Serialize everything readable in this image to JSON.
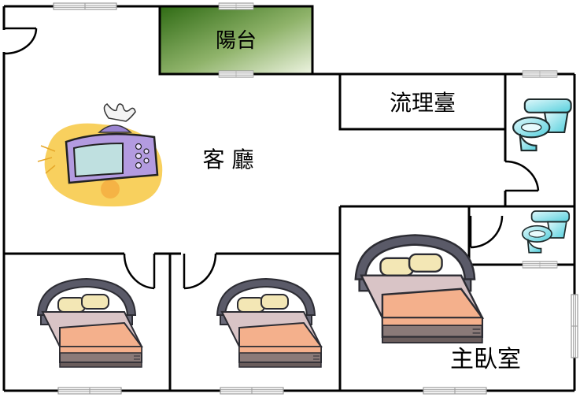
{
  "rooms": {
    "balcony": "陽台",
    "kitchen": "流理臺",
    "living_room": "客 廳",
    "master_bedroom": "主臥室"
  },
  "colors": {
    "wall": "#000000",
    "balcony_dark": "#2f6b14",
    "balcony_light": "#e8f0d8",
    "window_frame": "#9a9a9a",
    "bed_frame": "#6b6b7a",
    "bed_headboard": "#5a5a68",
    "pillow": "#f3e7b5",
    "blanket": "#f4b08c",
    "mattress": "#d9c4c6",
    "toilet": "#7fe3ec",
    "tv_body": "#b39be0",
    "tv_screen": "#bfe0e0",
    "rug": "#f7c842"
  },
  "icons": [
    "tv-icon",
    "bed-icon",
    "toilet-icon",
    "door-swing-icon",
    "window-icon"
  ]
}
